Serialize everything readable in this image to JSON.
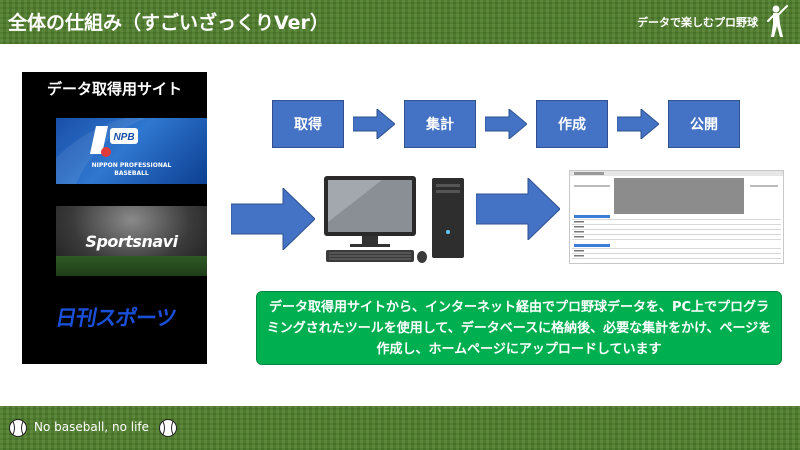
{
  "header": {
    "title": "全体の仕組み（すごいざっくりVer）",
    "brand": "データで楽しむプロ野球",
    "icon": "batter-icon"
  },
  "sources_panel": {
    "title": "データ取得用サイト",
    "sites": [
      {
        "name": "NPB",
        "sub_lines": [
          "NIPPON PROFESSIONAL",
          "BASEBALL"
        ]
      },
      {
        "name": "Sportsnavi"
      },
      {
        "name": "日刊スポーツ"
      }
    ]
  },
  "steps": [
    "取得",
    "集計",
    "作成",
    "公開"
  ],
  "callout": {
    "text": "データ取得用サイトから、インターネット経由でプロ野球データを、PC上でプログラミングされたツールを使用して、データベースに格納後、必要な集計をかけ、ページを作成し、ホームページにアップロードしています"
  },
  "footer": {
    "tagline": "No baseball, no life",
    "icon": "baseball-icon"
  },
  "colors": {
    "grass": "#4d7d2a",
    "step_blue": "#4472c4",
    "callout_green": "#00b050",
    "panel_black": "#000000"
  }
}
